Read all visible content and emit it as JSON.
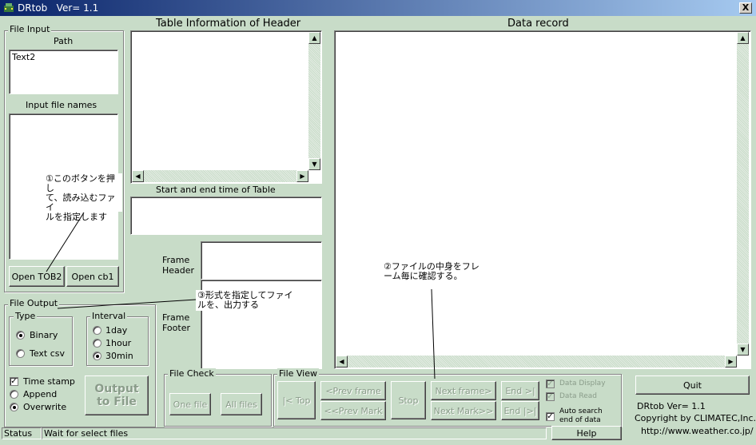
{
  "window": {
    "title": "DRtob   Ver= 1.1",
    "close_label": "X"
  },
  "file_input": {
    "legend": "File Input",
    "path_label": "Path",
    "path_value": "Text2",
    "input_names_label": "Input file names",
    "open_tob2": "Open TOB2",
    "open_cb1": "Open cb1"
  },
  "table_header": {
    "title": "Table Information of Header"
  },
  "start_end": {
    "label": "Start and end time of Table"
  },
  "frame": {
    "header_label_1": "Frame",
    "header_label_2": "Header",
    "footer_label_1": "Frame",
    "footer_label_2": "Footer"
  },
  "data_record": {
    "title": "Data record"
  },
  "file_output": {
    "legend": "File Output",
    "type_legend": "Type",
    "binary": "Binary",
    "text_csv": "Text csv",
    "interval_legend": "Interval",
    "day": "1day",
    "hour": "1hour",
    "min30": "30min",
    "timestamp": "Time stamp",
    "append": "Append",
    "overwrite": "Overwrite",
    "output_line1": "Output",
    "output_line2": "to File"
  },
  "file_check": {
    "legend": "File Check",
    "one_file": "One file",
    "all_files": "All files"
  },
  "file_view": {
    "legend": "File View",
    "top": "|< Top",
    "prev_frame": "<Prev frame",
    "prev_mark": "<<Prev Mark",
    "stop": "Stop",
    "next_frame": "Next frame>",
    "next_mark": "Next Mark>>",
    "end1": "End >|",
    "end2": "End |>|",
    "data_display": "Data Display",
    "data_read": "Data Read",
    "auto_search_1": "Auto search",
    "auto_search_2": "end of data"
  },
  "right_panel": {
    "quit": "Quit",
    "version": "DRtob  Ver= 1.1",
    "copyright": "Copyright by CLIMATEC,Inc.",
    "url": "http://www.weather.co.jp/",
    "help": "Help"
  },
  "status": {
    "label": "Status",
    "message": "Wait for select files"
  },
  "notes": {
    "note1_l1": "①このボタンを押し",
    "note1_l2": "て、読み込むファイ",
    "note1_l3": "ルを指定します",
    "note2_l1": "②ファイルの中身をフレ",
    "note2_l2": "ーム毎に確認する。",
    "note3_l1": "③形式を指定してファイ",
    "note3_l2": "ルを、出力する"
  },
  "colors": {
    "background": "#c8dcc8",
    "titlebar_start": "#0a246a",
    "titlebar_end": "#a6caf0"
  }
}
